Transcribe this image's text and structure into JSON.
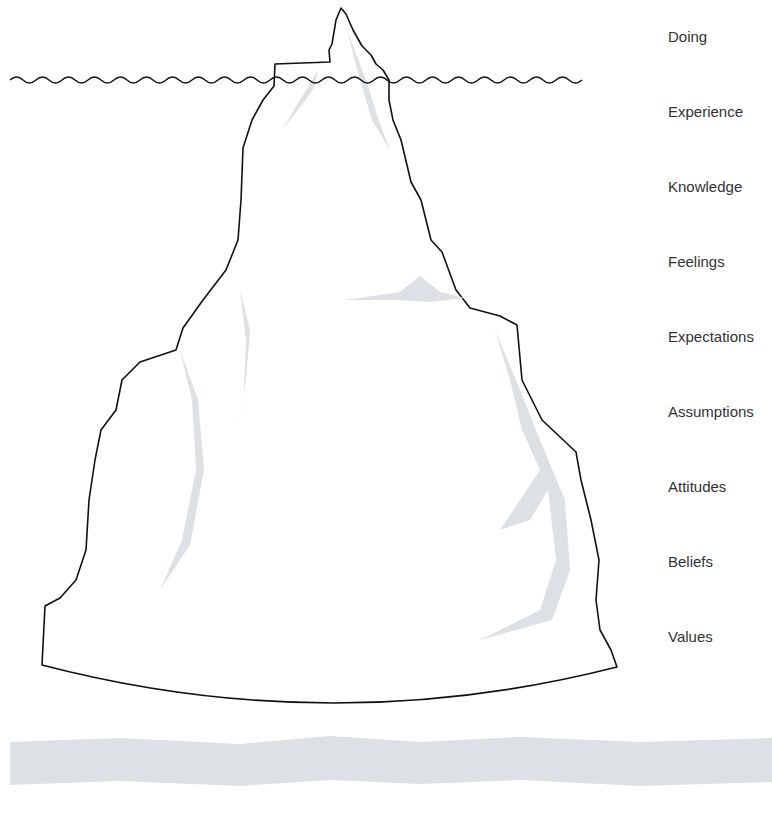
{
  "diagram": {
    "labels": [
      "Doing",
      "Experience",
      "Knowledge",
      "Feelings",
      "Expectations",
      "Assumptions",
      "Attitudes",
      "Beliefs",
      "Values"
    ]
  }
}
